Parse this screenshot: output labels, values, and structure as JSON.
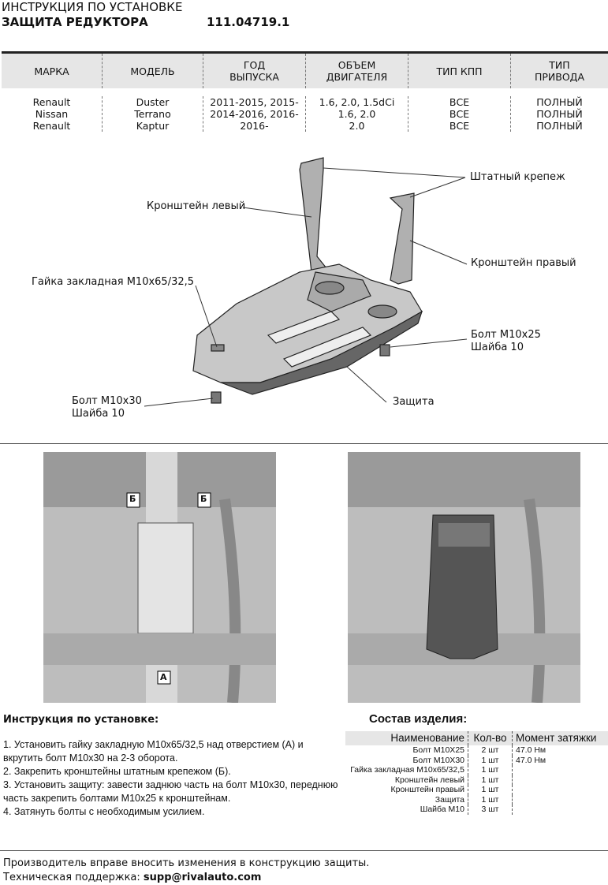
{
  "header": {
    "line1": "ИНСТРУКЦИЯ ПО УСТАНОВКЕ",
    "title": "ЗАЩИТА РЕДУКТОРА",
    "article": "111.04719.1"
  },
  "table": {
    "columns": [
      [
        "МАРКА"
      ],
      [
        "МОДЕЛЬ"
      ],
      [
        "ГОД",
        "ВЫПУСКА"
      ],
      [
        "ОБЪЕМ",
        "ДВИГАТЕЛЯ"
      ],
      [
        "ТИП КПП"
      ],
      [
        "ТИП",
        "ПРИВОДА"
      ]
    ],
    "rows": [
      [
        "Renault",
        "Duster",
        "2011-2015, 2015-",
        "1.6, 2.0, 1.5dCi",
        "ВСЕ",
        "ПОЛНЫЙ"
      ],
      [
        "Nissan",
        "Terrano",
        "2014-2016, 2016-",
        "1.6, 2.0",
        "ВСЕ",
        "ПОЛНЫЙ"
      ],
      [
        "Renault",
        "Kaptur",
        "2016-",
        "2.0",
        "ВСЕ",
        "ПОЛНЫЙ"
      ]
    ]
  },
  "diagram": {
    "std_fasteners": "Штатный крепеж",
    "bracket_left": "Кронштейн левый",
    "bracket_right": "Кронштейн правый",
    "nut": "Гайка закладная М10х65/32,5",
    "bolt25": "Болт М10х25",
    "washer25": "Шайба 10",
    "bolt30": "Болт М10х30",
    "washer30": "Шайба 10",
    "guard": "Защита"
  },
  "photos": {
    "mark_b": "Б",
    "mark_a": "А"
  },
  "instructions": {
    "heading": "Инструкция по установке:",
    "steps": [
      "1. Установить гайку закладную М10х65/32,5 над отверстием (А) и вкрутить болт М10х30 на 2-3 оборота.",
      "2. Закрепить кронштейны штатным крепежом (Б).",
      "3. Установить защиту: завести заднюю часть на болт М10х30, переднюю часть закрепить болтами М10х25 к кронштейнам.",
      "4. Затянуть болты с необходимым усилием."
    ]
  },
  "components": {
    "heading": "Состав изделия:",
    "col_name": "Наименование",
    "col_qty": "Кол-во",
    "col_torque": "Момент затяжки",
    "rows": [
      [
        "Болт M10X25",
        "2 шт",
        "47.0 Нм"
      ],
      [
        "Болт M10X30",
        "1 шт",
        "47.0 Нм"
      ],
      [
        "Гайка закладная M10x65/32,5",
        "1 шт",
        ""
      ],
      [
        "Кронштейн левый",
        "1 шт",
        ""
      ],
      [
        "Кронштейн правый",
        "1 шт",
        ""
      ],
      [
        "Защита",
        "1 шт",
        ""
      ],
      [
        "Шайба M10",
        "3 шт",
        ""
      ]
    ]
  },
  "footer": {
    "notice": "Производитель вправе вносить изменения в конструкцию защиты.",
    "support_label": "Техническая поддержка:",
    "email": "supp@rivalauto.com"
  }
}
